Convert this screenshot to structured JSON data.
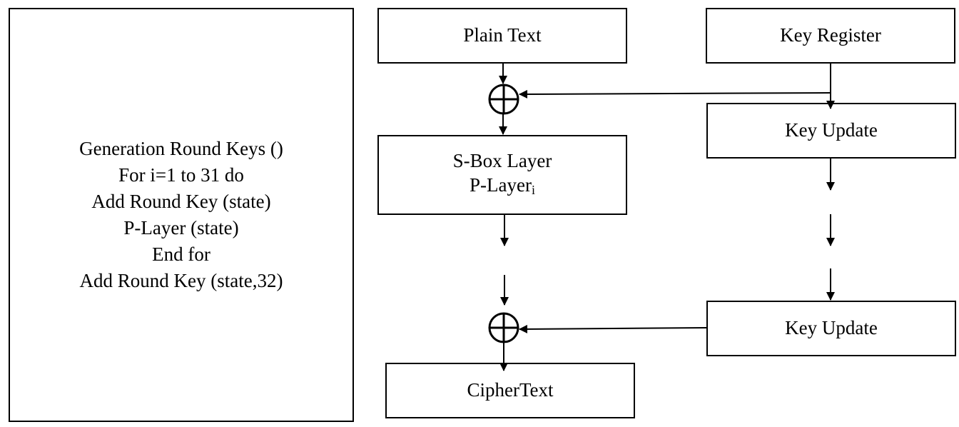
{
  "pseudocode": {
    "lines": [
      "Generation Round Keys ()",
      "For i=1 to 31 do",
      "Add Round Key (state)",
      "P-Layer (state)",
      "End for",
      "Add Round Key (state,32)"
    ]
  },
  "blocks": {
    "plain_text": "Plain Text",
    "key_register": "Key Register",
    "key_update_1": "Key Update",
    "sbox_layer": "S-Box Layer",
    "p_layer": "P-Layer",
    "p_layer_subscript": "i",
    "key_update_2": "Key Update",
    "cipher_text": "CipherText"
  }
}
